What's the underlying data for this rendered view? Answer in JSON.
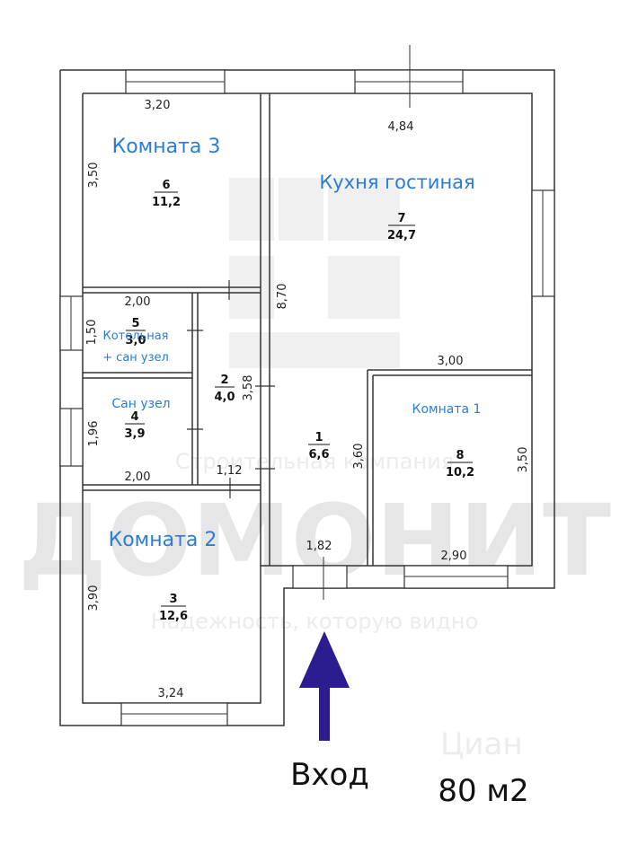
{
  "watermark": {
    "brand": "ДОМОНИТ",
    "company": "Строительная компания",
    "slogan": "Надежность, которую видно",
    "site_mark": "Циан"
  },
  "rooms": [
    {
      "id": "room-kitchen-living",
      "name": "Кухня гостиная",
      "number": "7",
      "area": "24,7"
    },
    {
      "id": "room-3",
      "name": "Комната 3",
      "number": "6",
      "area": "11,2"
    },
    {
      "id": "room-boiler",
      "name": "Котельная + сан узел",
      "number": "5",
      "area": "3,0"
    },
    {
      "id": "room-bath",
      "name": "Сан узел",
      "number": "4",
      "area": "3,9"
    },
    {
      "id": "room-corridor-2",
      "name": "",
      "number": "2",
      "area": "4,0"
    },
    {
      "id": "room-hall",
      "name": "",
      "number": "1",
      "area": "6,6"
    },
    {
      "id": "room-1",
      "name": "Комната 1",
      "number": "8",
      "area": "10,2"
    },
    {
      "id": "room-2",
      "name": "Комната 2",
      "number": "3",
      "area": "12,6"
    }
  ],
  "labels": {
    "room3": "Комната 3",
    "kitchen": "Кухня гостиная",
    "boiler_line1": "Котельная",
    "boiler_line2": "+ сан узел",
    "bath": "Сан узел",
    "room1": "Комната 1",
    "room2": "Комната 2",
    "entrance": "Вход",
    "total_area": "80 м2"
  },
  "dimensions": {
    "room3_width": "3,20",
    "room3_height": "3,50",
    "kitchen_width": "4,84",
    "hall_height": "8,70",
    "boiler_width": "2,00",
    "boiler_height": "1,50",
    "corridor_height": "3,58",
    "room1_top": "3,00",
    "bath_height": "1,96",
    "room1_left": "3,60",
    "room1_right": "3,50",
    "bath_width": "2,00",
    "corridor_width": "1,12",
    "entrance_width": "1,82",
    "room1_bottom": "2,90",
    "room2_height": "3,90",
    "room2_width": "3,24"
  },
  "colors": {
    "handwriting": "#2a7dd6",
    "arrow": "#2b1c8f",
    "walls": "#333333",
    "watermark": "#e6e6e6"
  }
}
